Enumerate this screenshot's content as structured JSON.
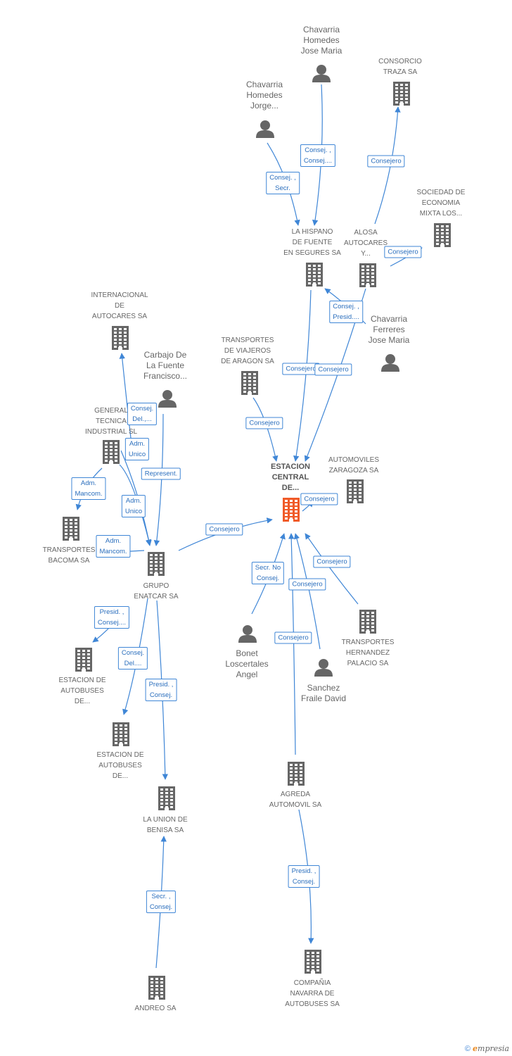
{
  "accent_color": "#3f86d6",
  "focus_color": "#f05a28",
  "icon_color": "#666666",
  "nodes": [
    {
      "id": "chav_hj",
      "type": "person",
      "label": "Chavarria\nHomedes\nJose Maria"
    },
    {
      "id": "consorcio",
      "type": "company",
      "label": "CONSORCIO\nTRAZA SA"
    },
    {
      "id": "chav_jorge",
      "type": "person",
      "label": "Chavarria\nHomedes\nJorge..."
    },
    {
      "id": "sociedad",
      "type": "company",
      "label": "SOCIEDAD DE\nECONOMIA\nMIXTA LOS..."
    },
    {
      "id": "hispano",
      "type": "company",
      "label": "LA HISPANO\nDE FUENTE\nEN SEGURES SA"
    },
    {
      "id": "alosa",
      "type": "company",
      "label": "ALOSA\nAUTOCARES\nY..."
    },
    {
      "id": "chav_ferr",
      "type": "person",
      "label": "Chavarria\nFerreres\nJose Maria"
    },
    {
      "id": "internacional",
      "type": "company",
      "label": "INTERNACIONAL\nDE\nAUTOCARES SA"
    },
    {
      "id": "carbajo",
      "type": "person",
      "label": "Carbajo De\nLa Fuente\nFrancisco..."
    },
    {
      "id": "viajeros",
      "type": "company",
      "label": "TRANSPORTES\nDE VIAJEROS\nDE ARAGON SA"
    },
    {
      "id": "general",
      "type": "company",
      "label": "GENERAL\nTECNICA\nINDUSTRIAL SL"
    },
    {
      "id": "estacion_central",
      "type": "focus",
      "label": "ESTACION\nCENTRAL\nDE..."
    },
    {
      "id": "automoviles",
      "type": "company",
      "label": "AUTOMOVILES\nZARAGOZA SA"
    },
    {
      "id": "bacoma",
      "type": "company",
      "label": "TRANSPORTES\nBACOMA SA"
    },
    {
      "id": "enatcar",
      "type": "company",
      "label": "GRUPO\nENATCAR SA"
    },
    {
      "id": "bonet",
      "type": "person",
      "label": "Bonet\nLoscertales\nAngel"
    },
    {
      "id": "hernandez",
      "type": "company",
      "label": "TRANSPORTES\nHERNANDEZ\nPALACIO SA"
    },
    {
      "id": "est_bus1",
      "type": "company",
      "label": "ESTACION DE\nAUTOBUSES\nDE..."
    },
    {
      "id": "sanchez",
      "type": "person",
      "label": "Sanchez\nFraile David"
    },
    {
      "id": "est_bus2",
      "type": "company",
      "label": "ESTACION DE\nAUTOBUSES\nDE..."
    },
    {
      "id": "agreda",
      "type": "company",
      "label": "AGREDA\nAUTOMOVIL SA"
    },
    {
      "id": "union",
      "type": "company",
      "label": "LA UNION DE\nBENISA SA"
    },
    {
      "id": "navarra",
      "type": "company",
      "label": "COMPAÑIA\nNAVARRA DE\nAUTOBUSES SA"
    },
    {
      "id": "andreo",
      "type": "company",
      "label": "ANDREO SA"
    }
  ],
  "edges": [
    {
      "label": "Consej. ,\nConsej...."
    },
    {
      "label": "Consej. ,\nSecr."
    },
    {
      "label": "Consejero"
    },
    {
      "label": "Consejero"
    },
    {
      "label": "Consej. ,\nPresid...."
    },
    {
      "label": "Consejero"
    },
    {
      "label": "Consejero"
    },
    {
      "label": "Consejero"
    },
    {
      "label": "Consejero"
    },
    {
      "label": "Consej.\nDel.,..."
    },
    {
      "label": "Adm.\nUnico"
    },
    {
      "label": "Represent."
    },
    {
      "label": "Adm.\nMancom."
    },
    {
      "label": "Adm.\nUnico"
    },
    {
      "label": "Adm.\nMancom."
    },
    {
      "label": "Consejero"
    },
    {
      "label": "Secr.  No\nConsej."
    },
    {
      "label": "Consejero"
    },
    {
      "label": "Consejero"
    },
    {
      "label": "Consejero"
    },
    {
      "label": "Presid. ,\nConsej...."
    },
    {
      "label": "Consej.\nDel...."
    },
    {
      "label": "Presid. ,\nConsej."
    },
    {
      "label": "Presid. ,\nConsej."
    },
    {
      "label": "Secr. ,\nConsej."
    }
  ],
  "footer": {
    "copyright": "©",
    "brand_first": "e",
    "brand_rest": "mpresia"
  }
}
